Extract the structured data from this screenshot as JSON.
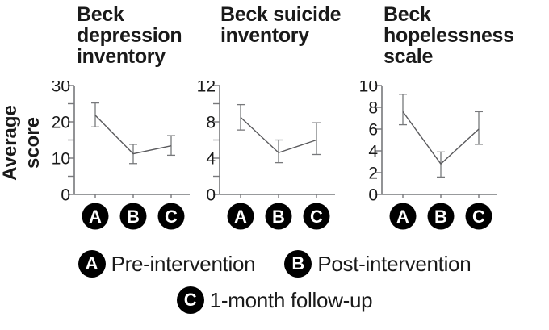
{
  "ylabel": "Average\nscore",
  "colors": {
    "text": "#1a1a1a",
    "axis": "#77787b",
    "series_line": "#5a5a5d",
    "error_bar": "#77787b",
    "marker_circle": "#000000",
    "marker_letter": "#ffffff"
  },
  "legend": {
    "items": [
      {
        "letter": "A",
        "label": "Pre-intervention"
      },
      {
        "letter": "B",
        "label": "Post-intervention"
      },
      {
        "letter": "C",
        "label": "1-month follow-up"
      }
    ]
  },
  "chart_data": [
    {
      "type": "line",
      "title": "Beck\ndepression\ninventory",
      "categories": [
        "A",
        "B",
        "C"
      ],
      "series": [
        {
          "name": "Average score",
          "values": [
            21.8,
            11.2,
            13.4
          ],
          "error_low": [
            18.6,
            8.5,
            10.8
          ],
          "error_high": [
            25.2,
            13.8,
            16.2
          ]
        }
      ],
      "ylim": [
        0,
        30
      ],
      "yticks_labeled": [
        0,
        10,
        20,
        30
      ],
      "yticks_minor": [
        5,
        15,
        25
      ],
      "grid": false,
      "error_bars": true
    },
    {
      "type": "line",
      "title": "Beck suicide\ninventory",
      "categories": [
        "A",
        "B",
        "C"
      ],
      "series": [
        {
          "name": "Average score",
          "values": [
            8.5,
            4.6,
            6.0
          ],
          "error_low": [
            7.1,
            3.5,
            4.4
          ],
          "error_high": [
            9.9,
            6.0,
            7.9
          ]
        }
      ],
      "ylim": [
        0,
        12
      ],
      "yticks_labeled": [
        0,
        4,
        8,
        12
      ],
      "yticks_minor": [
        2,
        6,
        10
      ],
      "grid": false,
      "error_bars": true
    },
    {
      "type": "line",
      "title": "Beck\nhopelessness\nscale",
      "categories": [
        "A",
        "B",
        "C"
      ],
      "series": [
        {
          "name": "Average score",
          "values": [
            7.6,
            2.8,
            6.0
          ],
          "error_low": [
            6.4,
            1.6,
            4.6
          ],
          "error_high": [
            9.2,
            3.9,
            7.6
          ]
        }
      ],
      "ylim": [
        0,
        10
      ],
      "yticks_labeled": [
        0,
        2,
        4,
        6,
        8,
        10
      ],
      "yticks_minor": [],
      "grid": false,
      "error_bars": true
    }
  ]
}
